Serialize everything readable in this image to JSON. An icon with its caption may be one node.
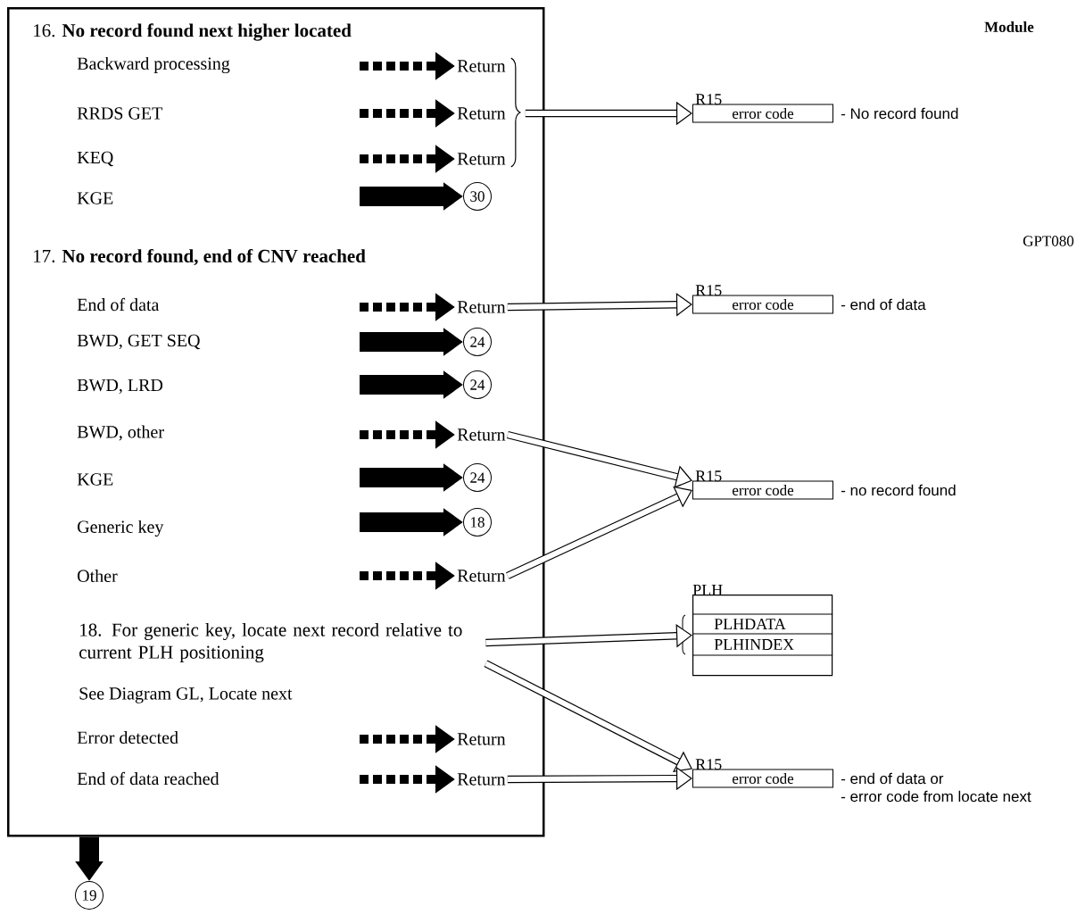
{
  "diagram": {
    "nodes": [
      {
        "text": [
          "16. **No record found next higher located**",
          "17. **No record found, end of CNV reached**",
          "See Diagram GL, Locate next"
        ]
      },
      {
        "text": [
          "Return"
        ],
        "in": 0
      },
      {
        "text": [
          "Return"
        ],
        "in": 0
      },
      {
        "text": [
          "Return"
        ],
        "in": 0
      },
      {
        "text": [
          "30"
        ],
        "in": 0
      },
      {
        "text": [
          "Return"
        ],
        "in": 0
      },
      {
        "text": [
          "24"
        ],
        "in": 0
      },
      {
        "text": [
          "24"
        ],
        "in": 0
      },
      {
        "text": [
          "Return"
        ],
        "in": 0
      },
      {
        "text": [
          "24"
        ],
        "in": 0
      },
      {
        "text": [
          "18"
        ],
        "in": 0
      },
      {
        "text": [
          "Return"
        ],
        "in": 0
      },
      {
        "text": [
          "18. For generic key, locate next record relative to current PLH positioning"
        ],
        "in": 0
      },
      {
        "text": [
          "Return"
        ],
        "in": 0
      },
      {
        "text": [
          "Return"
        ],
        "in": 0
      },
      {
        "text": [
          "R15",
          "error code"
        ],
        "beside": [
          "- No record found"
        ]
      },
      {
        "text": [
          "R15",
          "error code"
        ],
        "beside": [
          "- end of data"
        ]
      },
      {
        "text": [
          "R15",
          "error code"
        ],
        "beside": [
          "- no record found"
        ]
      },
      {
        "text": [
          "PLH",
          "PLHDATA",
          "PLHINDEX"
        ]
      },
      {
        "text": [
          "R15",
          "error code"
        ],
        "beside": [
          "- end of data or",
          "- error code from locate next"
        ]
      },
      {
        "text": [
          "19"
        ]
      }
    ],
    "edges": [
      {
        "from": null,
        "to": 1,
        "arrow": "to",
        "style": "dashed"
      },
      {
        "from": null,
        "to": 2,
        "arrow": "to",
        "style": "dashed"
      },
      {
        "from": null,
        "to": 3,
        "arrow": "to",
        "style": "dashed"
      },
      {
        "from": null,
        "to": 4,
        "arrow": "to",
        "style": "thick"
      },
      {
        "from": null,
        "to": 5,
        "arrow": "to",
        "style": "dashed"
      },
      {
        "from": null,
        "to": 6,
        "arrow": "to",
        "style": "thick"
      },
      {
        "from": null,
        "to": 7,
        "arrow": "to",
        "style": "thick"
      },
      {
        "from": null,
        "to": 8,
        "arrow": "to",
        "style": "dashed"
      },
      {
        "from": null,
        "to": 9,
        "arrow": "to",
        "style": "thick"
      },
      {
        "from": null,
        "to": 10,
        "arrow": "to",
        "style": "thick"
      },
      {
        "from": null,
        "to": 11,
        "arrow": "to",
        "style": "dashed"
      },
      {
        "from": null,
        "to": 13,
        "arrow": "to",
        "style": "dashed"
      },
      {
        "from": null,
        "to": 14,
        "arrow": "to",
        "style": "dashed"
      },
      {
        "from": 1,
        "to": 15,
        "arrow": "to"
      },
      {
        "from": 2,
        "to": 15,
        "arrow": "to"
      },
      {
        "from": 3,
        "to": 15,
        "arrow": "to"
      },
      {
        "from": 5,
        "to": 16,
        "arrow": "to"
      },
      {
        "from": 8,
        "to": 17,
        "arrow": "to"
      },
      {
        "from": 11,
        "to": 17,
        "arrow": "to"
      },
      {
        "from": 12,
        "to": 18,
        "arrow": "to"
      },
      {
        "from": 12,
        "to": 19,
        "arrow": "to"
      },
      {
        "from": 14,
        "to": 19,
        "arrow": "to"
      },
      {
        "from": 0,
        "to": 20,
        "arrow": "to",
        "style": "thick"
      }
    ],
    "labels": [
      "Module",
      "Backward processing",
      "RRDS GET",
      "KEQ",
      "KGE",
      "GPT080",
      "End of data",
      "BWD, GET SEQ",
      "BWD, LRD",
      "BWD, other",
      "KGE",
      "Generic key",
      "Other",
      "Error detected",
      "End of data reached"
    ]
  }
}
